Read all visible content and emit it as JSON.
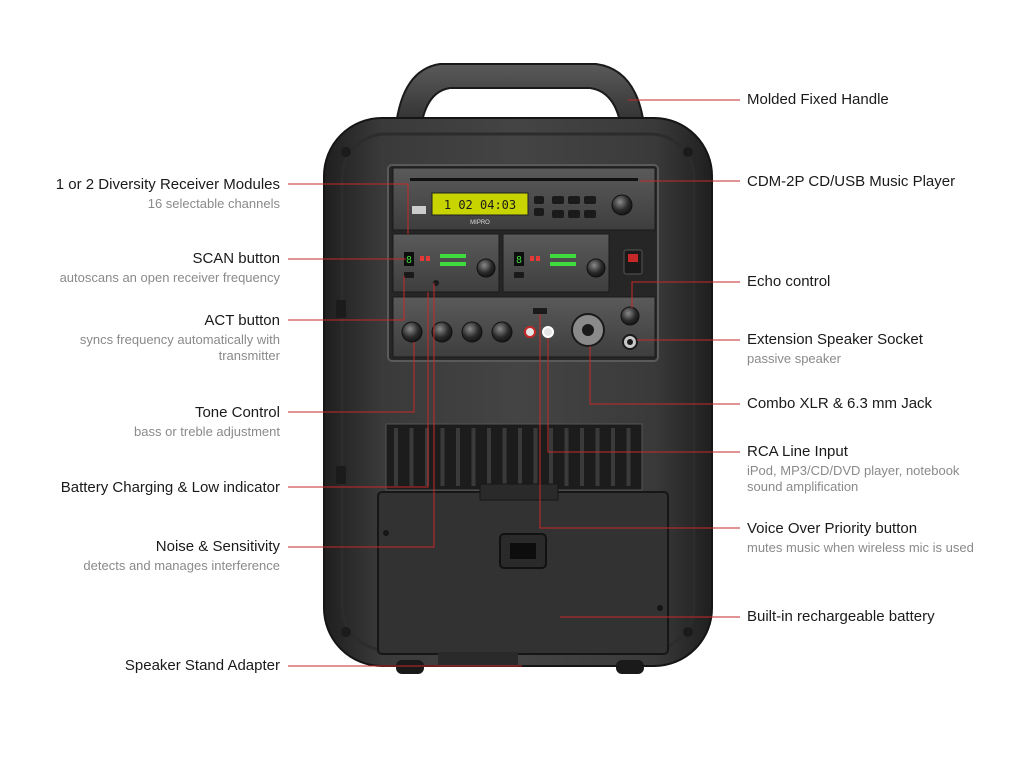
{
  "colors": {
    "leader_line": "#c62828",
    "body_dark": "#2b2b2b",
    "body_mid": "#3d3d3d",
    "panel": "#4a4a4a",
    "lcd": "#c8d400",
    "led_green": "#3fdc3f",
    "led_red": "#e53935",
    "text_main": "#1a1a1a",
    "text_sub": "#8a8a8a"
  },
  "device": {
    "brand": "MIPRO",
    "lcd_readout": "1 02 04:03"
  },
  "callouts": {
    "left": [
      {
        "title": "1 or 2 Diversity Receiver Modules",
        "subtitle": "16 selectable channels"
      },
      {
        "title": "SCAN button",
        "subtitle": "autoscans an open receiver frequency"
      },
      {
        "title": "ACT button",
        "subtitle": "syncs frequency automatically with transmitter"
      },
      {
        "title": "Tone Control",
        "subtitle": "bass or treble adjustment"
      },
      {
        "title": "Battery Charging & Low indicator",
        "subtitle": ""
      },
      {
        "title": "Noise & Sensitivity",
        "subtitle": "detects and manages interference"
      },
      {
        "title": "Speaker Stand Adapter",
        "subtitle": ""
      }
    ],
    "right": [
      {
        "title": "Molded Fixed Handle",
        "subtitle": ""
      },
      {
        "title": "CDM-2P CD/USB Music Player",
        "subtitle": ""
      },
      {
        "title": "Echo control",
        "subtitle": ""
      },
      {
        "title": "Extension Speaker Socket",
        "subtitle": "passive speaker"
      },
      {
        "title": "Combo XLR & 6.3 mm Jack",
        "subtitle": ""
      },
      {
        "title": "RCA Line Input",
        "subtitle": "iPod, MP3/CD/DVD player, notebook sound amplification"
      },
      {
        "title": "Voice Over Priority button",
        "subtitle": "mutes music when wireless mic is used"
      },
      {
        "title": "Built-in rechargeable battery",
        "subtitle": ""
      }
    ]
  }
}
